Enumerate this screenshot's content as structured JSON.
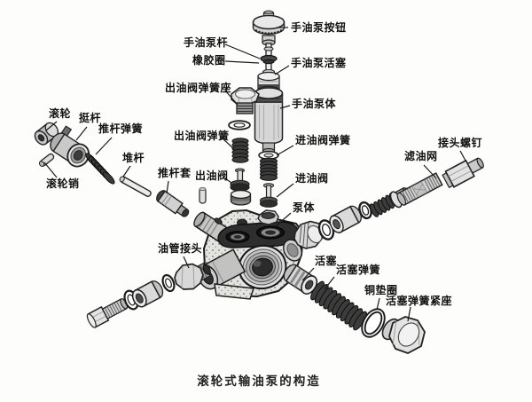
{
  "figure": {
    "caption": "滚轮式输油泵的构造"
  },
  "colors": {
    "background": "#fdfdfc",
    "line": "#1a1a1a",
    "label_text": "#111111",
    "spring_fill": "#3c3c3c",
    "casting_fill": "#e3e3df"
  },
  "labels": [
    {
      "part": "hand-pump-button",
      "text": "手油泵按钮"
    },
    {
      "part": "hand-pump-rod",
      "text": "手油泵杆"
    },
    {
      "part": "rubber-ring",
      "text": "橡胶圈"
    },
    {
      "part": "hand-pump-piston",
      "text": "手油泵活塞"
    },
    {
      "part": "outlet-valve-spring-seat",
      "text": "出油阀弹簧座"
    },
    {
      "part": "hand-pump-body",
      "text": "手油泵体"
    },
    {
      "part": "roller",
      "text": "滚轮"
    },
    {
      "part": "tappet",
      "text": "挺杆"
    },
    {
      "part": "pushrod-spring",
      "text": "推杆弹簧"
    },
    {
      "part": "outlet-valve-spring",
      "text": "出油阀弹簧"
    },
    {
      "part": "inlet-valve-spring",
      "text": "进油阀弹簧"
    },
    {
      "part": "roller-pin",
      "text": "滚轮销"
    },
    {
      "part": "pushrod",
      "text": "堆杆"
    },
    {
      "part": "pushrod-sleeve",
      "text": "推杆套"
    },
    {
      "part": "outlet-valve",
      "text": "出油阀"
    },
    {
      "part": "inlet-valve",
      "text": "进油阀"
    },
    {
      "part": "pump-body",
      "text": "泵体"
    },
    {
      "part": "oil-filter-screen",
      "text": "滤油网"
    },
    {
      "part": "connector-screw",
      "text": "接头螺钉"
    },
    {
      "part": "oil-pipe-connector",
      "text": "油管接头"
    },
    {
      "part": "piston",
      "text": "活塞"
    },
    {
      "part": "piston-spring",
      "text": "活塞弹簧"
    },
    {
      "part": "copper-washer",
      "text": "铜垫圈"
    },
    {
      "part": "piston-spring-retainer",
      "text": "活塞弹簧紧座"
    }
  ]
}
